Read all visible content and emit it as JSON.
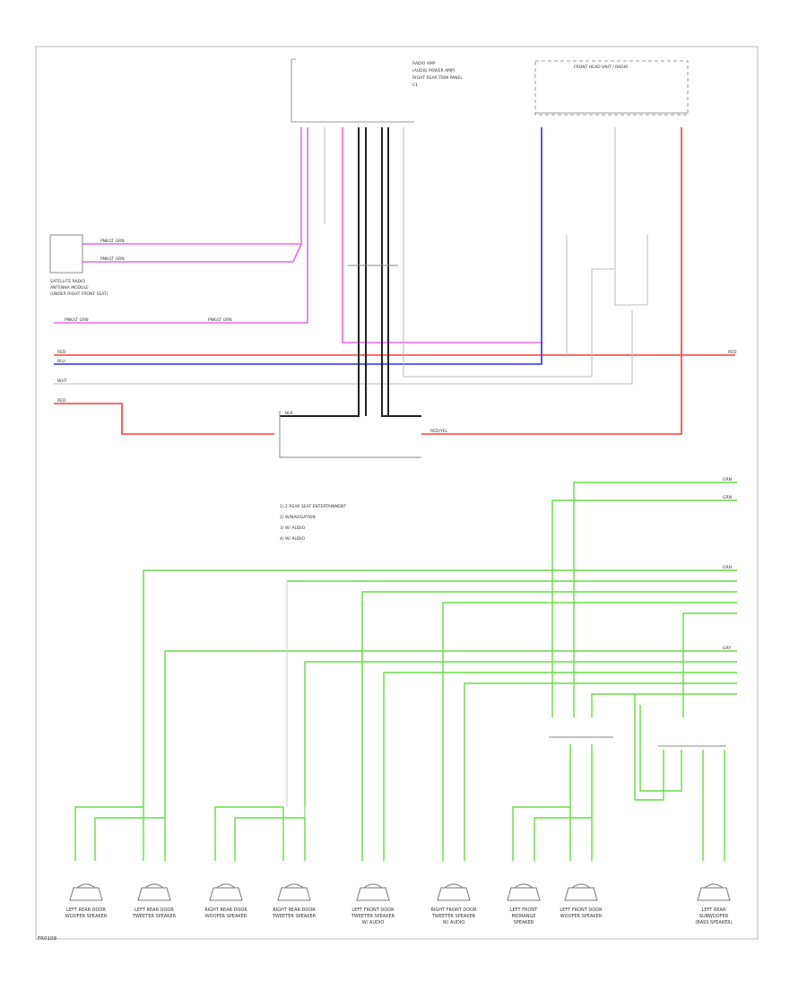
{
  "diagram": {
    "footer_code": "FR0109",
    "colors": {
      "pink": "#e868e8",
      "red": "#ff3a3a",
      "blue": "#2a2aff",
      "green": "#66dd44",
      "black": "#222222",
      "gray": "#aaaaaa",
      "frame": "#bbbbbb"
    },
    "labels": {
      "amp_title": "RADIO AMP",
      "amp_sub1": "(AUDIO POWER AMP)",
      "amp_sub2": "RIGHT REAR TRIM PANEL",
      "head_unit_title": "FRONT HEAD UNIT / RADIO",
      "sensor_caption1": "SATELLITE RADIO",
      "sensor_caption2": "ANTENNA MODULE",
      "sensor_caption3": "(UNDER RIGHT FRONT SEAT)",
      "c_code": "C1",
      "wire_pnk": "PNK/LT GRN",
      "wire_red": "RED",
      "wire_blu": "BLU",
      "wire_wht": "WHT",
      "wire_blk": "BLK",
      "wire_grn": "GRN",
      "wire_gry": "GRY",
      "wire_red_yel": "RED/YEL"
    },
    "legend": [
      "1) 2 REAR SEAT ENTERTAINMENT",
      "2) W/NAVIGATION",
      "3) W/ AUDIO",
      "4) W/ AUDIO"
    ],
    "speakers": [
      {
        "line1": "LEFT REAR DOOR",
        "line2": "WOOFER SPEAKER"
      },
      {
        "line1": "LEFT REAR DOOR",
        "line2": "TWEETER SPEAKER"
      },
      {
        "line1": "RIGHT REAR DOOR",
        "line2": "WOOFER SPEAKER"
      },
      {
        "line1": "RIGHT REAR DOOR",
        "line2": "TWEETER SPEAKER"
      },
      {
        "line1": "LEFT FRONT DOOR",
        "line2": "TWEETER SPEAKER",
        "line3": "W/ AUDIO"
      },
      {
        "line1": "RIGHT FRONT DOOR",
        "line2": "TWEETER SPEAKER",
        "line3": "W/ AUDIO"
      },
      {
        "line1": "LEFT FRONT",
        "line2": "MIDRANGE",
        "line3": "SPEAKER"
      },
      {
        "line1": "LEFT FRONT DOOR",
        "line2": "WOOFER SPEAKER"
      },
      {
        "line1": "LEFT REAR",
        "line2": "SUBWOOFER",
        "line3": "(BASS SPEAKER)"
      }
    ]
  }
}
